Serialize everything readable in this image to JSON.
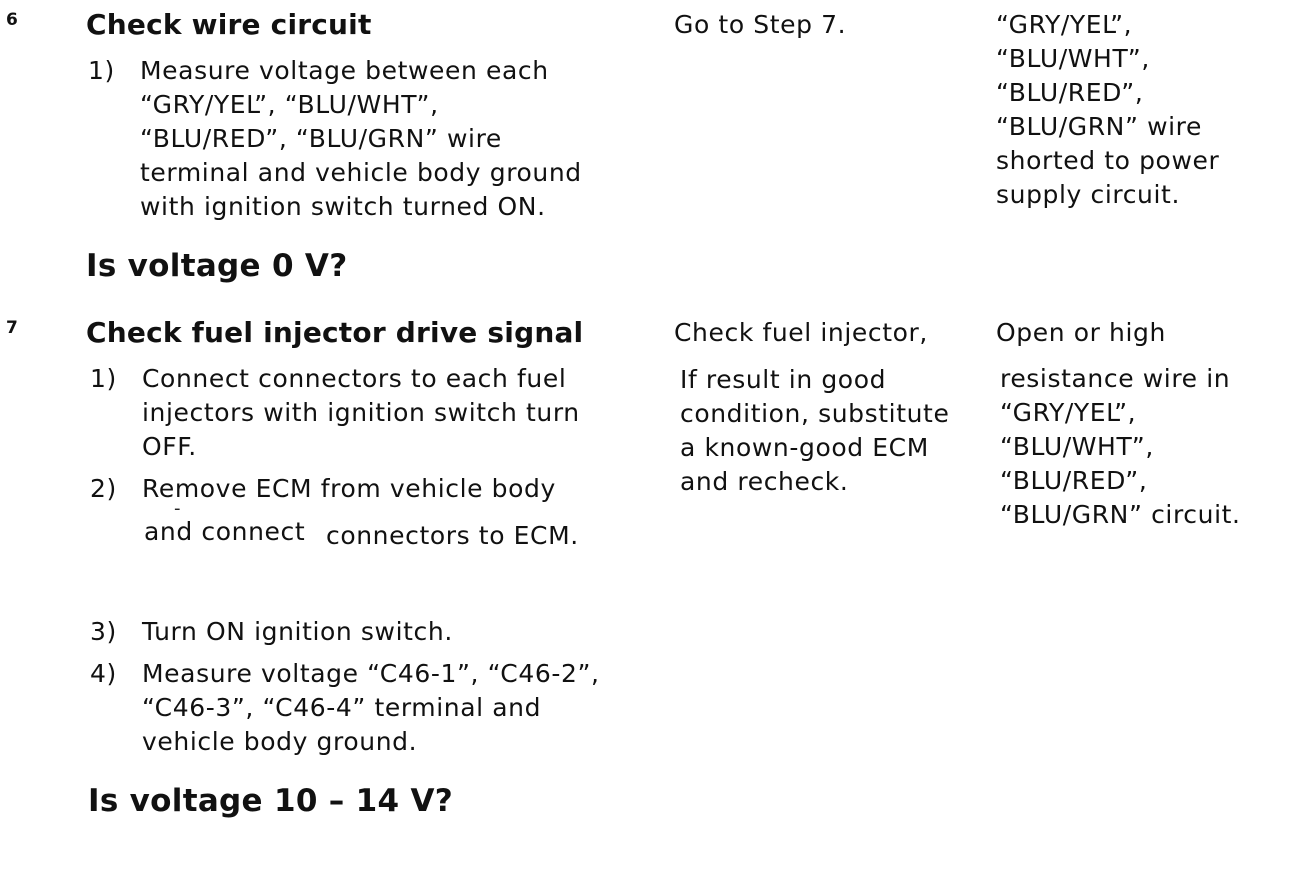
{
  "steps": [
    {
      "number": "6",
      "title": "Check wire circuit",
      "substeps": [
        {
          "num": "1)",
          "lines": [
            "Measure voltage between each",
            "“GRY/YEL”, “BLU/WHT”,",
            "“BLU/RED”, “BLU/GRN” wire",
            "terminal and vehicle body ground",
            "with ignition switch turned ON."
          ]
        }
      ],
      "question": "Is voltage 0 V?",
      "yes": [
        "Go to Step 7."
      ],
      "no": [
        "“GRY/YEL”,",
        "“BLU/WHT”,",
        "“BLU/RED”,",
        "“BLU/GRN” wire",
        "shorted to power",
        "supply circuit."
      ]
    },
    {
      "number": "7",
      "title": "Check fuel injector drive signal",
      "substeps": [
        {
          "num": "1)",
          "lines": [
            "Connect connectors to each fuel",
            "injectors with ignition switch turn",
            "OFF."
          ]
        },
        {
          "num": "2)",
          "lines": [
            "Remove ECM from vehicle body"
          ],
          "continuation_a": "and connect",
          "continuation_b": "connectors to ECM."
        },
        {
          "num": "3)",
          "lines": [
            "Turn ON ignition switch."
          ]
        },
        {
          "num": "4)",
          "lines": [
            "Measure voltage “C46-1”, “C46-2”,",
            "“C46-3”, “C46-4” terminal and",
            "vehicle body ground."
          ]
        }
      ],
      "question": "Is voltage 10 – 14 V?",
      "yes_first": "Check fuel injector,",
      "yes": [
        "If result in good",
        "condition, substitute",
        "a known-good ECM",
        "and recheck."
      ],
      "no_first": "Open or high",
      "no": [
        "resistance wire in",
        "“GRY/YEL”,",
        "“BLU/WHT”,",
        "“BLU/RED”,",
        "“BLU/GRN” circuit."
      ]
    }
  ]
}
